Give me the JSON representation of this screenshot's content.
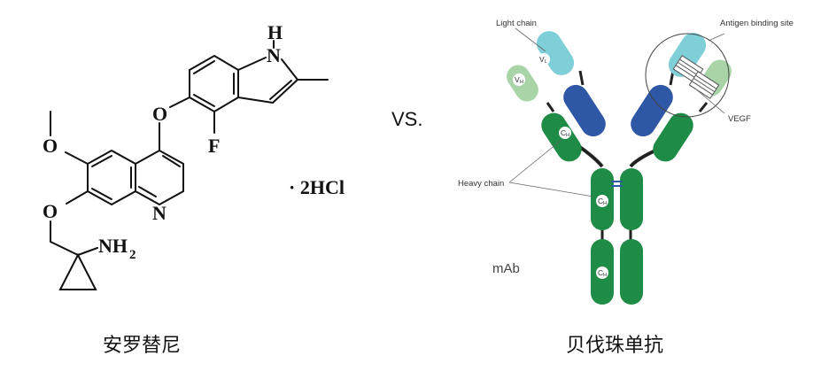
{
  "left_molecule": {
    "atoms": {
      "H": "H",
      "N_indole": "N",
      "O_ether": "O",
      "F": "F",
      "O_methoxy": "O",
      "O_linker": "O",
      "N_quinoline": "N",
      "NH2_main": "NH",
      "NH2_sub": "2"
    },
    "salt": "· 2HCl",
    "caption": "安罗替尼"
  },
  "vs_label": "VS.",
  "antibody": {
    "light_chain_label": "Light chain",
    "antigen_site_label": "Antigen binding site",
    "vegf_label": "VEGF",
    "heavy_chain_label": "Heavy chain",
    "mab_label": "mAb",
    "domains": {
      "vl": {
        "main": "V",
        "sub": "L"
      },
      "vh": {
        "main": "V",
        "sub": "H"
      },
      "ch_upper": {
        "main": "C",
        "sub": "H"
      },
      "ch_mid": {
        "main": "C",
        "sub": "H"
      },
      "ch_low": {
        "main": "C",
        "sub": "H"
      }
    },
    "caption": "贝伐珠单抗",
    "colors": {
      "light_chain_variable": "#7fcfd9",
      "light_chain_constant": "#2e57a5",
      "heavy_chain_variable": "#a8d4a8",
      "heavy_chain_constant": "#1e8c46",
      "hinge": "#222222",
      "disulfide": "#2e57a5"
    }
  }
}
